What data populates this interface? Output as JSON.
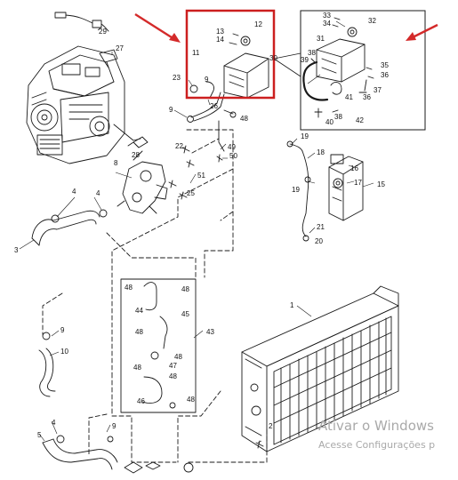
{
  "diagram": {
    "colors": {
      "line": "#1a1a1a",
      "highlight_box": "#cc1f1f",
      "arrow": "#d42a2a",
      "watermark": "#a9a9a9"
    },
    "callouts": {
      "c1": "1",
      "c2": "2",
      "c3": "3",
      "c4a": "4",
      "c4b": "4",
      "c5": "5",
      "c8": "8",
      "c9a": "9",
      "c9b": "9",
      "c9c": "9",
      "c9d": "9",
      "c10": "10",
      "c11": "11",
      "c12": "12",
      "c13": "13",
      "c14": "14",
      "c15": "15",
      "c16": "16",
      "c17": "17",
      "c18": "18",
      "c19a": "19",
      "c19b": "19",
      "c20": "20",
      "c21": "21",
      "c22": "22",
      "c23": "23",
      "c25": "25",
      "c26": "26",
      "c27": "27",
      "c28": "28",
      "c29": "29",
      "c30": "30",
      "c31": "31",
      "c32": "32",
      "c33": "33",
      "c34": "34",
      "c35": "35",
      "c36a": "36",
      "c36b": "36",
      "c37": "37",
      "c38a": "38",
      "c38b": "38",
      "c39": "39",
      "c40": "40",
      "c41": "41",
      "c42": "42",
      "c43": "43",
      "c44": "44",
      "c45": "45",
      "c46": "46",
      "c47": "47",
      "c48a": "48",
      "c48b": "48",
      "c48c": "48",
      "c48d": "48",
      "c48e": "48",
      "c48f": "48",
      "c48g": "48",
      "c48h": "48",
      "c49": "49",
      "c50": "50",
      "c51": "51"
    }
  },
  "watermark": {
    "title": "Ativar o Windows",
    "subtitle": "Acesse Configurações p"
  }
}
